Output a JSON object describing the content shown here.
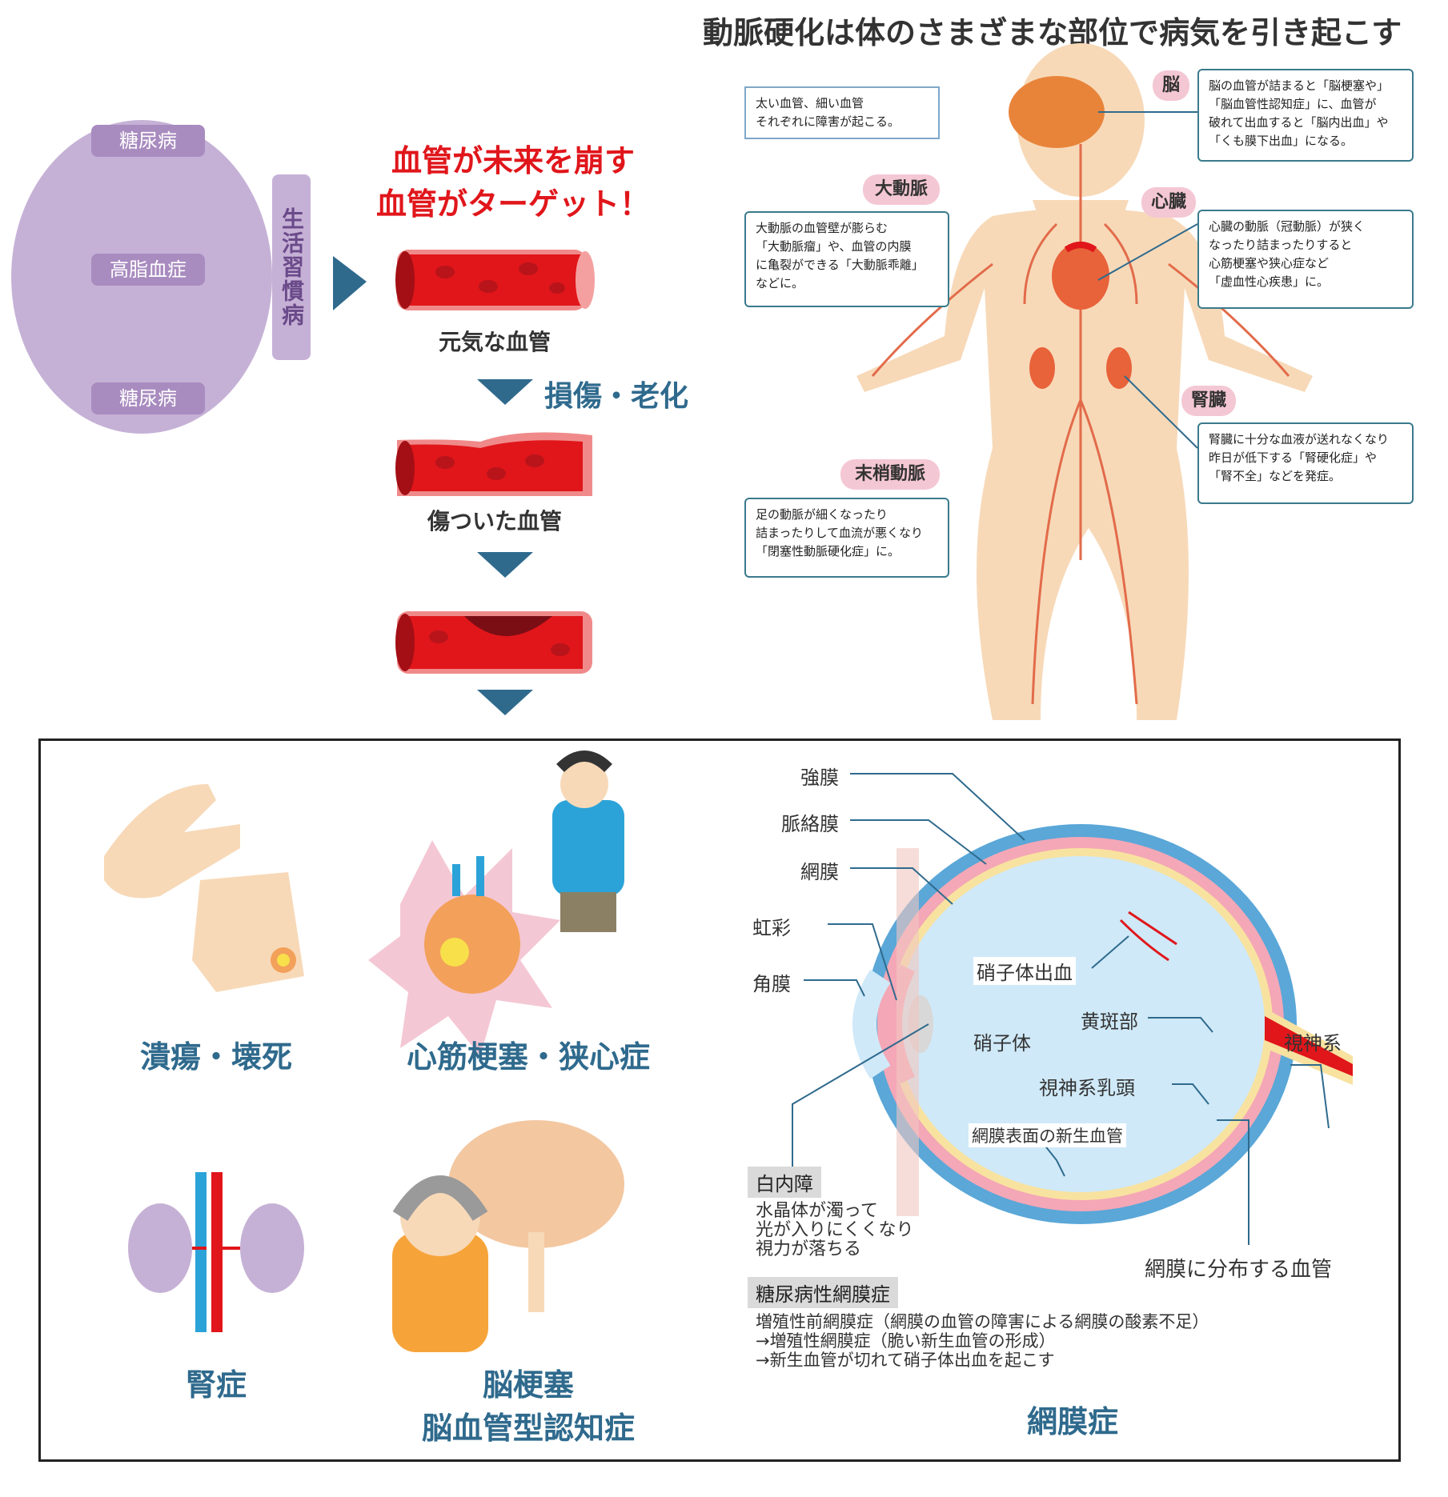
{
  "title": "動脈硬化は体のさまざまな部位で病気を引き起こす",
  "lifestyle": {
    "diseases": [
      "糖尿病",
      "高脂血症",
      "糖尿病"
    ],
    "label": "生活習慣病"
  },
  "vessel_flow": {
    "headline_line1": "血管が未来を崩す",
    "headline_line2": "血管がターゲット！",
    "healthy_label": "元気な血管",
    "process_label": "損傷・老化",
    "damaged_label": "傷ついた血管"
  },
  "body": {
    "intro_note": [
      "太い血管、細い血管",
      "それぞれに障害が起こる。"
    ],
    "organs": [
      {
        "label": "脳",
        "text": [
          "脳の血管が詰まると「脳梗塞や」",
          "「脳血管性認知症」に、血管が",
          "破れて出血すると「脳内出血」や",
          "「くも膜下出血」になる。"
        ]
      },
      {
        "label": "心臓",
        "text": [
          "心臓の動脈（冠動脈）が狭く",
          "なったり詰まったりすると",
          "心筋梗塞や狭心症など",
          "「虚血性心疾患」に。"
        ]
      },
      {
        "label": "腎臓",
        "text": [
          "腎臓に十分な血液が送れなくなり",
          "昨日が低下する「腎硬化症」や",
          "「腎不全」などを発症。"
        ]
      },
      {
        "label": "大動脈",
        "text": [
          "大動脈の血管壁が膨らむ",
          "「大動脈瘤」や、血管の内膜",
          "に亀裂ができる「大動脈乖離」",
          "などに。"
        ]
      },
      {
        "label": "末梢動脈",
        "text": [
          "足の動脈が細くなったり",
          "詰まったりして血流が悪くなり",
          "「閉塞性動脈硬化症」に。"
        ]
      }
    ]
  },
  "complications": {
    "ulcer": "潰瘍・壊死",
    "heart": "心筋梗塞・狭心症",
    "kidney": "腎症",
    "brain_line1": "脳梗塞",
    "brain_line2": "脳血管型認知症",
    "retina": "網膜症"
  },
  "eye": {
    "labels": {
      "sclera": "強膜",
      "choroid": "脈絡膜",
      "retina": "網膜",
      "iris": "虹彩",
      "cornea": "角膜",
      "vitreous_hemorrhage": "硝子体出血",
      "macula": "黄斑部",
      "vitreous": "硝子体",
      "optic_nerve": "視神系",
      "optic_disc": "視神系乳頭",
      "neovascular": "網膜表面の新生血管",
      "retinal_vessels": "網膜に分布する血管"
    },
    "cataract_tag": "白内障",
    "cataract_text": [
      "水晶体が濁って",
      "光が入りにくくなり",
      "視力が落ちる"
    ],
    "diabetic_tag": "糖尿病性網膜症",
    "diabetic_text": [
      "増殖性前網膜症（網膜の血管の障害による網膜の酸素不足）",
      "→増殖性網膜症（脆い新生血管の形成）",
      "→新生血管が切れて硝子体出血を起こす"
    ]
  },
  "colors": {
    "accent_blue": "#2f6a8d",
    "headline_red": "#e0161b",
    "lavender": "#c6b1d6",
    "box_border": "#3a7a8c",
    "organ_label_pink": "#f4c7d4"
  }
}
